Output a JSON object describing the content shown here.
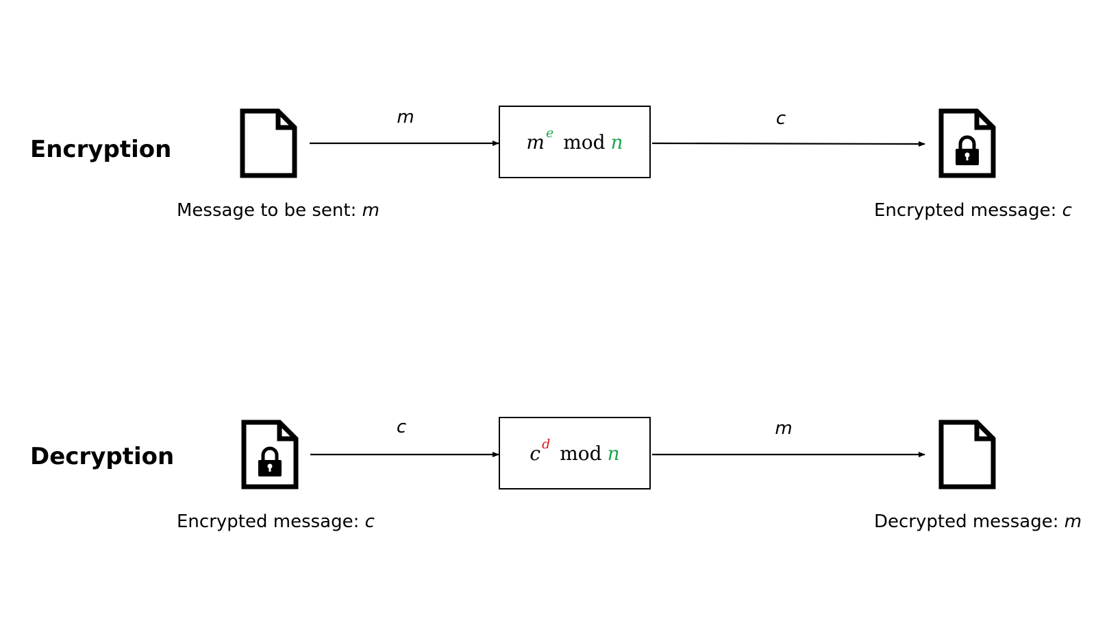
{
  "encryption": {
    "title": "Encryption",
    "input_caption": "Message to be sent: ",
    "input_var": "m",
    "edge_in_label": "m",
    "operation": {
      "base": "m",
      "exponent": "e",
      "mod_text": "mod",
      "modulus": "n"
    },
    "edge_out_label": "c",
    "output_caption": "Encrypted message: ",
    "output_var": "c"
  },
  "decryption": {
    "title": "Decryption",
    "input_caption": "Encrypted message: ",
    "input_var": "c",
    "edge_in_label": "c",
    "operation": {
      "base": "c",
      "exponent": "d",
      "mod_text": "mod",
      "modulus": "n"
    },
    "edge_out_label": "m",
    "output_caption": "Decrypted message: ",
    "output_var": "m"
  },
  "colors": {
    "public_exponent": "#1aa64b",
    "modulus": "#1aa64b",
    "private_exponent": "#e8101a",
    "stroke": "#000000"
  },
  "icons": {
    "plain_document": "document-icon",
    "locked_document": "locked-document-icon"
  }
}
